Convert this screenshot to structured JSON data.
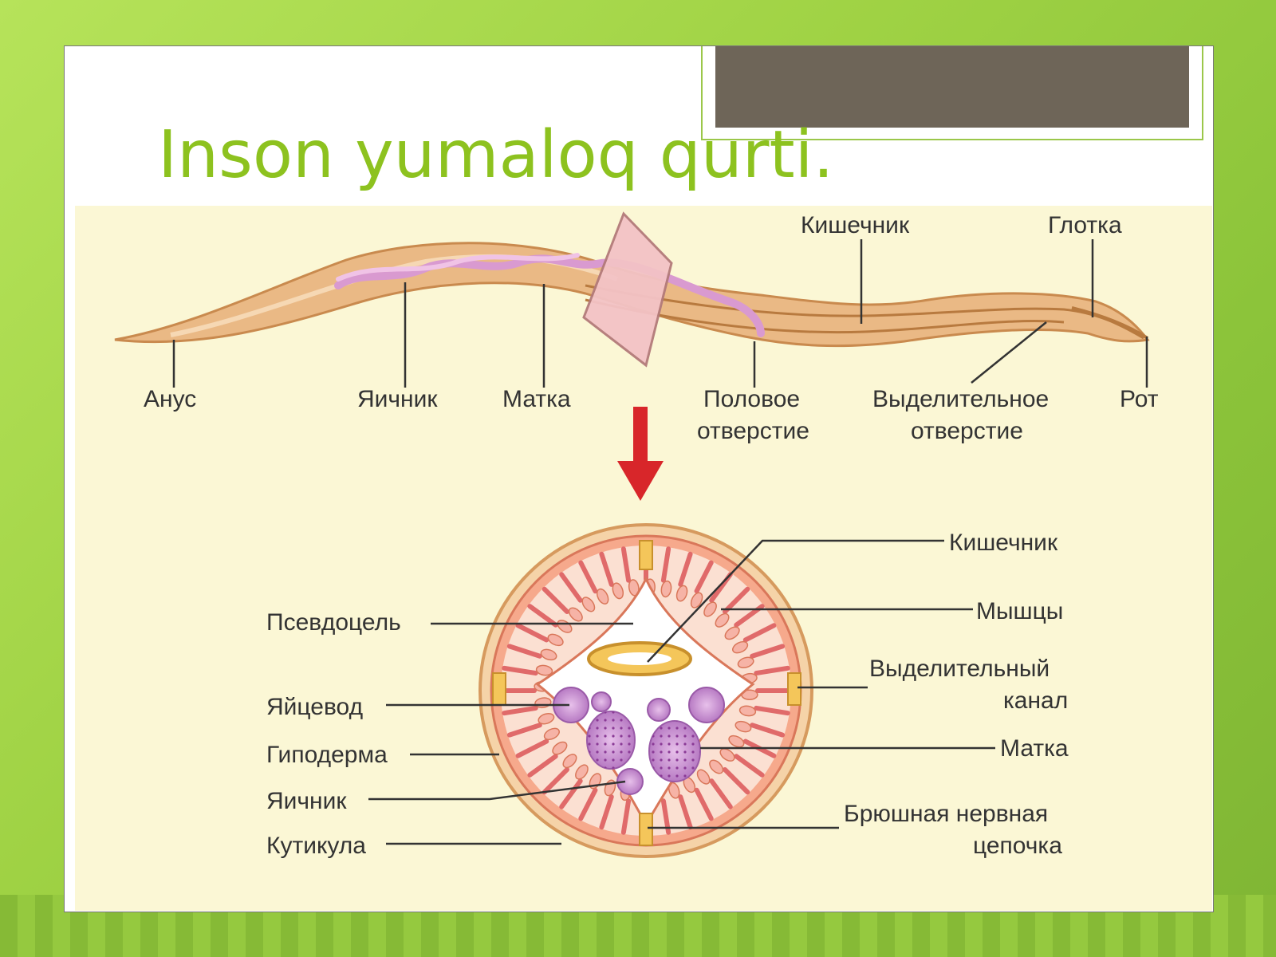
{
  "slide": {
    "title": "Inson yumaloq qurti."
  },
  "diagram": {
    "colors": {
      "background": "#fbf7d5",
      "worm_body": "#e8b27d",
      "worm_outline": "#c98a4e",
      "section_outer": "#f2c18a",
      "muscle": "#e89a9a",
      "intestine": "#f4c65a",
      "egg": "#c98ad0",
      "arrow": "#d8262a"
    },
    "worm_labels": {
      "anus": "Анус",
      "ovary": "Яичник",
      "uterus": "Матка",
      "genital_pore_1": "Половое",
      "genital_pore_2": "отверстие",
      "excretory_pore_1": "Выделительное",
      "excretory_pore_2": "отверстие",
      "mouth": "Рот",
      "intestine": "Кишечник",
      "pharynx": "Глотка"
    },
    "section_labels": {
      "pseudocoel": "Псевдоцель",
      "oviduct": "Яйцевод",
      "hypodermis": "Гиподерма",
      "ovary": "Яичник",
      "cuticle": "Кутикула",
      "intestine": "Кишечник",
      "muscles": "Мышцы",
      "excretory_canal_1": "Выделительный",
      "excretory_canal_2": "канал",
      "uterus": "Матка",
      "nerve_cord_1": "Брюшная нервная",
      "nerve_cord_2": "цепочка"
    }
  }
}
